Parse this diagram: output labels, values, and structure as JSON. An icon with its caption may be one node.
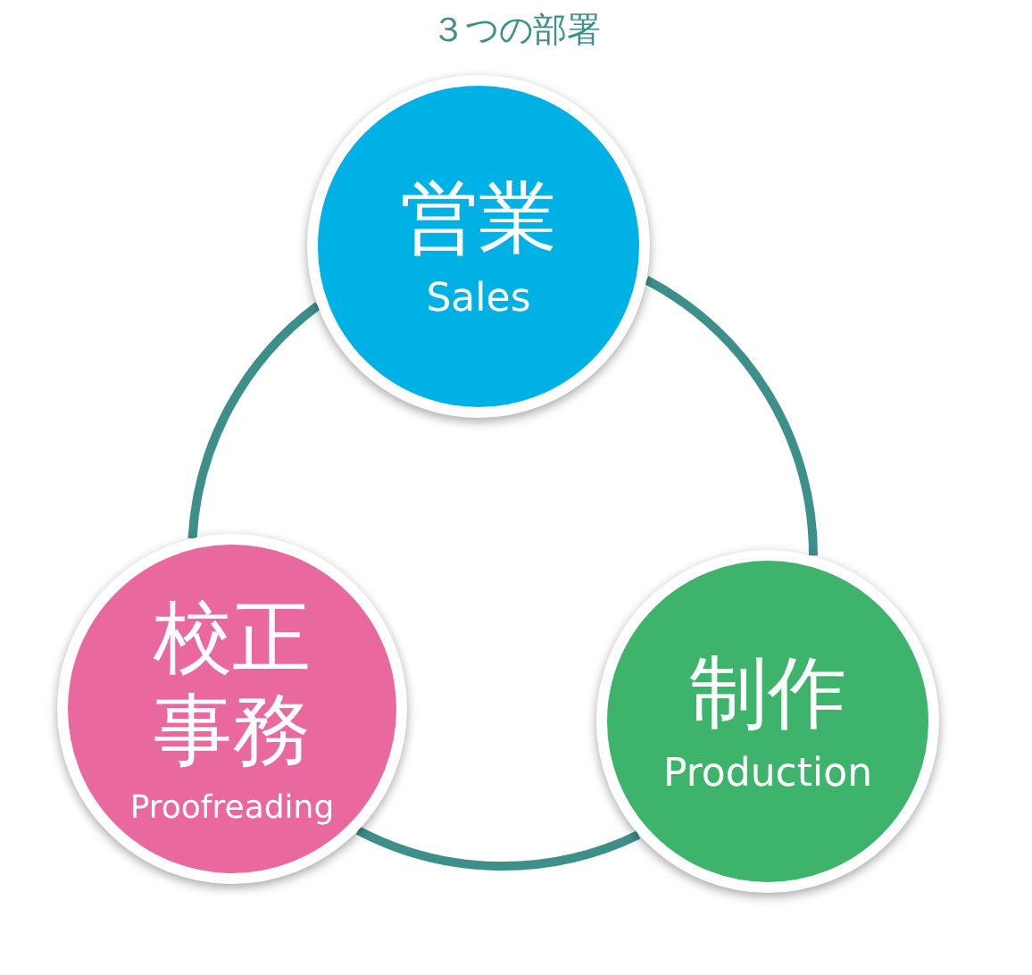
{
  "diagram": {
    "title": "３つの部署",
    "nodes": [
      {
        "text": [
          "営業",
          "Sales"
        ]
      },
      {
        "text": [
          "制作",
          "Production"
        ]
      },
      {
        "text": [
          "校正事務",
          "Proofreading"
        ]
      }
    ],
    "edges": [
      {
        "from": 0,
        "to": 1,
        "arrow": "none"
      },
      {
        "from": 1,
        "to": 2,
        "arrow": "none"
      },
      {
        "from": 2,
        "to": 0,
        "arrow": "none"
      }
    ]
  }
}
